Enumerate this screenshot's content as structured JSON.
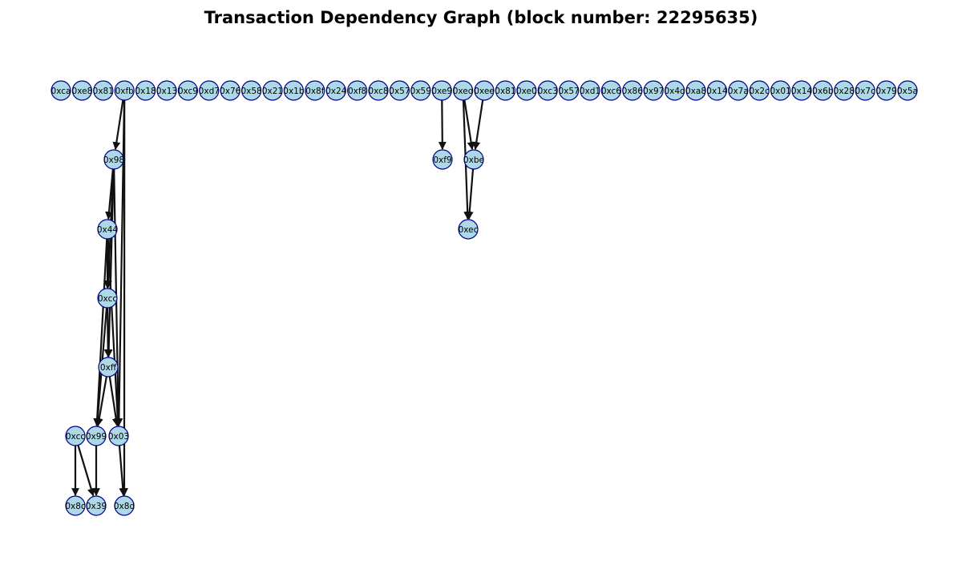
{
  "title": "Transaction Dependency Graph (block number: 22295635)",
  "colors": {
    "node_fill": "#add8e6",
    "node_stroke": "#00008b",
    "edge": "#111111",
    "background": "#ffffff"
  },
  "nodes": [
    {
      "id": "r0",
      "label": "0xca"
    },
    {
      "id": "r1",
      "label": "0xe8"
    },
    {
      "id": "r2",
      "label": "0x81"
    },
    {
      "id": "r3",
      "label": "0xfb"
    },
    {
      "id": "r4",
      "label": "0x18"
    },
    {
      "id": "r5",
      "label": "0x13"
    },
    {
      "id": "r6",
      "label": "0xc9"
    },
    {
      "id": "r7",
      "label": "0xd7"
    },
    {
      "id": "r8",
      "label": "0x76"
    },
    {
      "id": "r9",
      "label": "0x58"
    },
    {
      "id": "r10",
      "label": "0x21"
    },
    {
      "id": "r11",
      "label": "0x1b"
    },
    {
      "id": "r12",
      "label": "0x8f"
    },
    {
      "id": "r13",
      "label": "0x24"
    },
    {
      "id": "r14",
      "label": "0xf8"
    },
    {
      "id": "r15",
      "label": "0xc8"
    },
    {
      "id": "r16",
      "label": "0x57"
    },
    {
      "id": "r17",
      "label": "0x59"
    },
    {
      "id": "r18",
      "label": "0xe9"
    },
    {
      "id": "r19",
      "label": "0xed"
    },
    {
      "id": "r20",
      "label": "0xee"
    },
    {
      "id": "r21",
      "label": "0x81"
    },
    {
      "id": "r22",
      "label": "0xe0"
    },
    {
      "id": "r23",
      "label": "0xc3"
    },
    {
      "id": "r24",
      "label": "0x57"
    },
    {
      "id": "r25",
      "label": "0xd1"
    },
    {
      "id": "r26",
      "label": "0xc6"
    },
    {
      "id": "r27",
      "label": "0x86"
    },
    {
      "id": "r28",
      "label": "0x97"
    },
    {
      "id": "r29",
      "label": "0x4d"
    },
    {
      "id": "r30",
      "label": "0xa8"
    },
    {
      "id": "r31",
      "label": "0x14"
    },
    {
      "id": "r32",
      "label": "0x7a"
    },
    {
      "id": "r33",
      "label": "0x2c"
    },
    {
      "id": "r34",
      "label": "0x01"
    },
    {
      "id": "r35",
      "label": "0x14"
    },
    {
      "id": "r36",
      "label": "0x6b"
    },
    {
      "id": "r37",
      "label": "0x28"
    },
    {
      "id": "r38",
      "label": "0x7c"
    },
    {
      "id": "r39",
      "label": "0x79"
    },
    {
      "id": "r40",
      "label": "0x5a"
    },
    {
      "id": "n98",
      "label": "0x98"
    },
    {
      "id": "nf9",
      "label": "0xf9"
    },
    {
      "id": "nbe",
      "label": "0xbe"
    },
    {
      "id": "n44",
      "label": "0x44"
    },
    {
      "id": "nec",
      "label": "0xec"
    },
    {
      "id": "ncc1",
      "label": "0xcc"
    },
    {
      "id": "nff",
      "label": "0xff"
    },
    {
      "id": "ncc2",
      "label": "0xcc"
    },
    {
      "id": "n99",
      "label": "0x99"
    },
    {
      "id": "n03",
      "label": "0x03"
    },
    {
      "id": "n8c",
      "label": "0x8c"
    },
    {
      "id": "n39",
      "label": "0x39"
    },
    {
      "id": "n8d",
      "label": "0x8d"
    }
  ],
  "edges": [
    {
      "from": "r3",
      "to": "n98"
    },
    {
      "from": "r3",
      "to": "n03"
    },
    {
      "from": "r3",
      "to": "n8d"
    },
    {
      "from": "n98",
      "to": "n44"
    },
    {
      "from": "n98",
      "to": "ncc1"
    },
    {
      "from": "n98",
      "to": "nff"
    },
    {
      "from": "n98",
      "to": "n03"
    },
    {
      "from": "n44",
      "to": "ncc1"
    },
    {
      "from": "n44",
      "to": "n99"
    },
    {
      "from": "n44",
      "to": "n03"
    },
    {
      "from": "ncc1",
      "to": "nff"
    },
    {
      "from": "ncc1",
      "to": "n99"
    },
    {
      "from": "nff",
      "to": "n99"
    },
    {
      "from": "nff",
      "to": "n03"
    },
    {
      "from": "ncc2",
      "to": "n8c"
    },
    {
      "from": "ncc2",
      "to": "n39"
    },
    {
      "from": "n99",
      "to": "n39"
    },
    {
      "from": "n03",
      "to": "n8d"
    },
    {
      "from": "r18",
      "to": "nf9"
    },
    {
      "from": "r19",
      "to": "nbe"
    },
    {
      "from": "r19",
      "to": "nec"
    },
    {
      "from": "r20",
      "to": "nbe"
    },
    {
      "from": "nbe",
      "to": "nec"
    }
  ]
}
